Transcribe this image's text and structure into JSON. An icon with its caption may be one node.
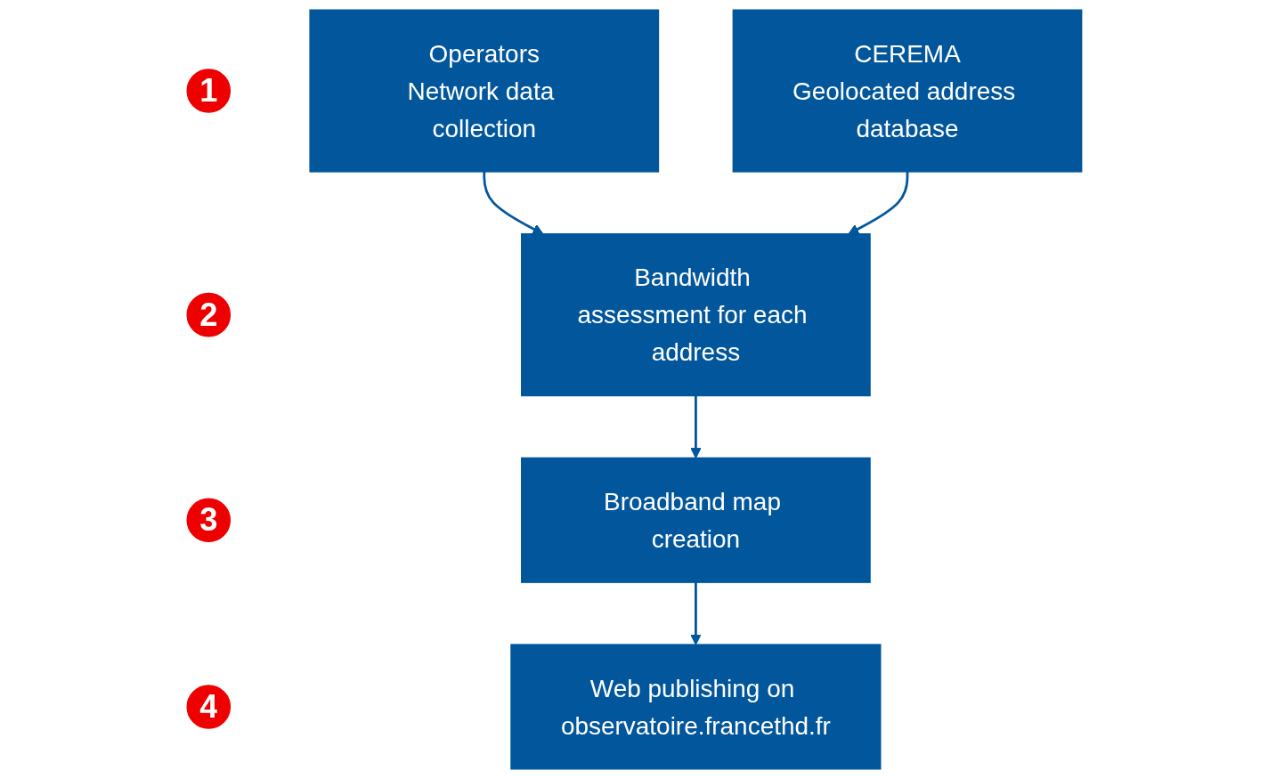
{
  "diagram": {
    "nodes": [
      {
        "text": [
          "1"
        ]
      },
      {
        "text": [
          "Operators",
          "Network data collection"
        ]
      },
      {
        "text": [
          "CEREMA",
          "Geolocated address database"
        ]
      },
      {
        "text": [
          "2"
        ]
      },
      {
        "text": [
          "Bandwidth assessment for each address"
        ]
      },
      {
        "text": [
          "3"
        ]
      },
      {
        "text": [
          "Broadband map creation"
        ]
      },
      {
        "text": [
          "4"
        ]
      },
      {
        "text": [
          "Web publishing on observatoire.francethd.fr"
        ]
      }
    ],
    "edges": [
      {
        "from": 1,
        "to": 4,
        "arrow": "to"
      },
      {
        "from": 2,
        "to": 4,
        "arrow": "to"
      },
      {
        "from": 4,
        "to": 6,
        "arrow": "to"
      },
      {
        "from": 6,
        "to": 8,
        "arrow": "to"
      }
    ]
  }
}
